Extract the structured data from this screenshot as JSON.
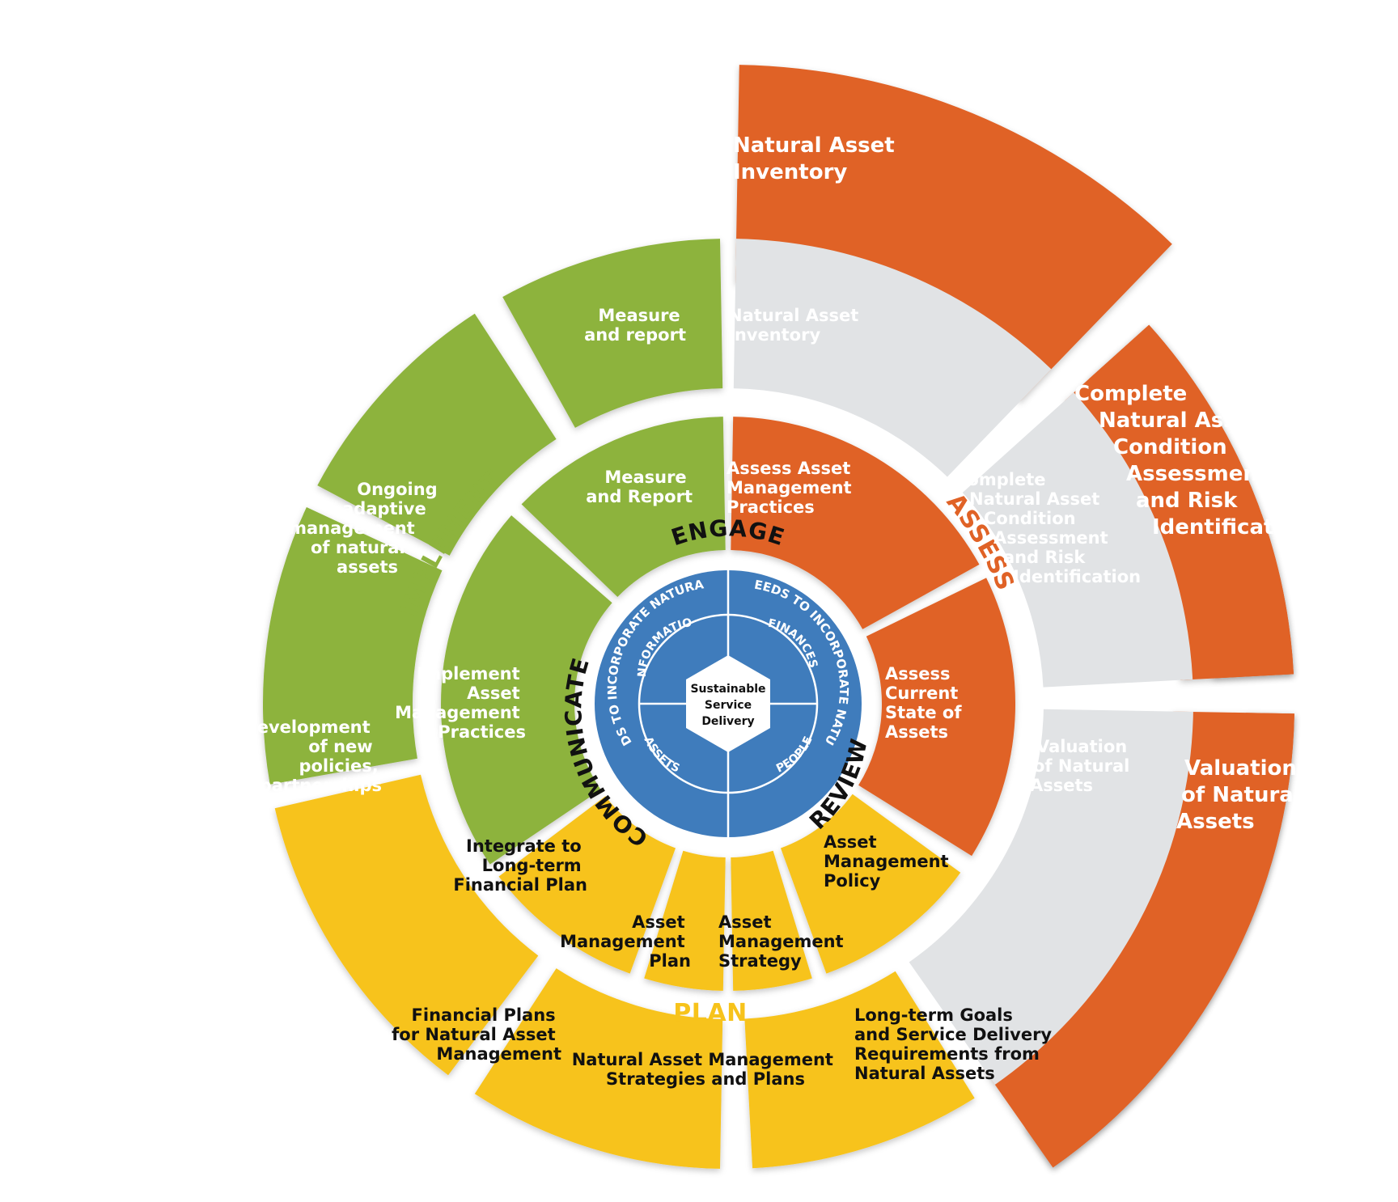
{
  "colors": {
    "orange": "#e06226",
    "green": "#8db33d",
    "yellow": "#f7c31b",
    "grey": "#e1e3e5",
    "blue": "#3f7cbc",
    "black": "#111111",
    "white": "#ffffff"
  },
  "center": {
    "line1": "Sustainable",
    "line2": "Service",
    "line3": "Delivery"
  },
  "hub": {
    "quadrants": [
      "INFORMATION",
      "FINANCES",
      "ASSETS",
      "PEOPLE"
    ],
    "data_needs": "DATA NEEDS TO INCORPORATE NATURAL ASSETS",
    "staffing_needs": "STAFFING NEEDS TO INCORPORATE NATURAL ASSETS"
  },
  "cycle": {
    "engage": "ENGAGE",
    "communicate": "COMMUNICATE",
    "review": "REVIEW"
  },
  "phases": {
    "implement": "IMPLEMENT",
    "assess": "ASSESS",
    "plan": "PLAN"
  },
  "inner_ring": {
    "measure_report": [
      "Measure",
      "and Report"
    ],
    "assess_practices": [
      "Assess Asset",
      "Management",
      "Practices"
    ],
    "assess_state": [
      "Assess",
      "Current",
      "State of",
      "Assets"
    ],
    "am_policy": [
      "Asset",
      "Management",
      "Policy"
    ],
    "am_strategy": [
      "Asset",
      "Management",
      "Strategy"
    ],
    "am_plan": [
      "Asset",
      "Management",
      "Plan"
    ],
    "integrate_plan": [
      "Integrate to",
      "Long-term",
      "Financial Plan"
    ],
    "implement_practices": [
      "Implement",
      "Asset",
      "Management",
      "Practices"
    ]
  },
  "outer_ring": {
    "measure_report": [
      "Measure",
      "and report"
    ],
    "inventory": [
      "Natural Asset",
      "Inventory"
    ],
    "condition": [
      "Complete",
      "Natural Asset",
      "Condition",
      "Assessment",
      "and Risk",
      "Identification"
    ],
    "valuation": [
      "Valuation",
      "of Natural",
      "Assets"
    ],
    "goals": [
      "Long-term Goals",
      "and Service Delivery",
      "Requirements from",
      "Natural Assets"
    ],
    "strategies": [
      "Natural Asset Management",
      "Strategies and Plans"
    ],
    "financial": [
      "Financial Plans",
      "for Natural Asset",
      "Management"
    ],
    "policies": [
      "Development",
      "of new",
      "policies,",
      "partnerships"
    ],
    "ongoing": [
      "Ongoing",
      "adaptive",
      "management",
      "of natural",
      "assets"
    ]
  },
  "spiral": {
    "inventory": [
      "Natural Asset",
      "Inventory"
    ],
    "condition": [
      "Complete",
      "Natural Asset",
      "Condition",
      "Assessment",
      "and Risk",
      "Identification"
    ],
    "valuation": [
      "Valuation",
      "of Natural",
      "Assets"
    ]
  }
}
